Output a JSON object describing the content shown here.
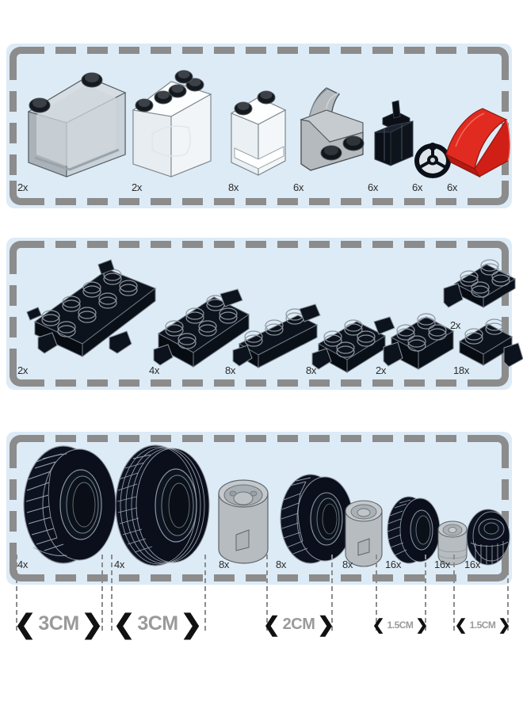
{
  "page": {
    "title": "LEGO-style parts inventory sheet",
    "background_color": "#ffffff",
    "panel_fill": "#dcebf6",
    "frame_color": "#8c8c8c"
  },
  "panels": [
    {
      "id": "panel-1",
      "name": "windscreens-seats-and-slopes",
      "parts": [
        {
          "name": "trans-black-windscreen-6x4x2",
          "qty": "2x",
          "color": "#b9c3c9"
        },
        {
          "name": "trans-clear-windscreen-4x4x3",
          "qty": "2x",
          "color": "#f2f6f8"
        },
        {
          "name": "trans-clear-panel-1x2x3",
          "qty": "8x",
          "color": "#f7fafc"
        },
        {
          "name": "light-gray-seat-2x2",
          "qty": "6x",
          "color": "#b0b6ba"
        },
        {
          "name": "black-seat-lever-1x2",
          "qty": "6x",
          "color": "#0c1118"
        },
        {
          "name": "black-steering-wheel",
          "qty": "6x",
          "color": "#0c1118"
        },
        {
          "name": "red-curved-slope-2x2",
          "qty": "6x",
          "color": "#e02020"
        }
      ]
    },
    {
      "id": "panel-2",
      "name": "black-plates-and-bricks-with-pins",
      "parts": [
        {
          "name": "black-plate-2x6-with-pins",
          "qty": "2x",
          "color": "#0b1018"
        },
        {
          "name": "black-brick-2x4-with-pins",
          "qty": "4x",
          "color": "#0b1018"
        },
        {
          "name": "black-brick-1x4-with-pins",
          "qty": "8x",
          "color": "#0b1018"
        },
        {
          "name": "black-brick-2x2-with-pins",
          "qty": "8x",
          "color": "#0b1018"
        },
        {
          "name": "black-brick-2x2-with-pin",
          "qty": "2x",
          "color": "#0b1018"
        },
        {
          "name": "black-plate-2x2-with-clip",
          "qty": "2x",
          "color": "#0b1018"
        },
        {
          "name": "black-plate-1x2-with-pin",
          "qty": "18x",
          "color": "#0b1018"
        }
      ]
    },
    {
      "id": "panel-3",
      "name": "tires-rims-and-wheels",
      "parts": [
        {
          "name": "black-offroad-tire-large",
          "qty": "4x",
          "color": "#0b1018"
        },
        {
          "name": "black-ribbed-tire-large",
          "qty": "4x",
          "color": "#0b1018"
        },
        {
          "name": "gray-wheel-hub-large",
          "qty": "8x",
          "color": "#b0b6ba"
        },
        {
          "name": "black-offroad-tire-medium",
          "qty": "8x",
          "color": "#0b1018"
        },
        {
          "name": "gray-wheel-hub-medium",
          "qty": "8x",
          "color": "#b0b6ba"
        },
        {
          "name": "black-offroad-tire-small",
          "qty": "16x",
          "color": "#0b1018"
        },
        {
          "name": "gray-wheel-hub-small",
          "qty": "16x",
          "color": "#b0b6ba"
        },
        {
          "name": "black-tire-narrow-small",
          "qty": "16x",
          "color": "#0b1018"
        }
      ],
      "measurements": [
        {
          "name": "measure-3cm-a",
          "label": "3CM",
          "size": "large"
        },
        {
          "name": "measure-3cm-b",
          "label": "3CM",
          "size": "large"
        },
        {
          "name": "measure-2cm",
          "label": "2CM",
          "size": "medium"
        },
        {
          "name": "measure-1-5cm-a",
          "label": "1.5CM",
          "size": "small"
        },
        {
          "name": "measure-1-5cm-b",
          "label": "1.5CM",
          "size": "small"
        }
      ],
      "chevron_left": "❮",
      "chevron_right": "❯"
    }
  ]
}
